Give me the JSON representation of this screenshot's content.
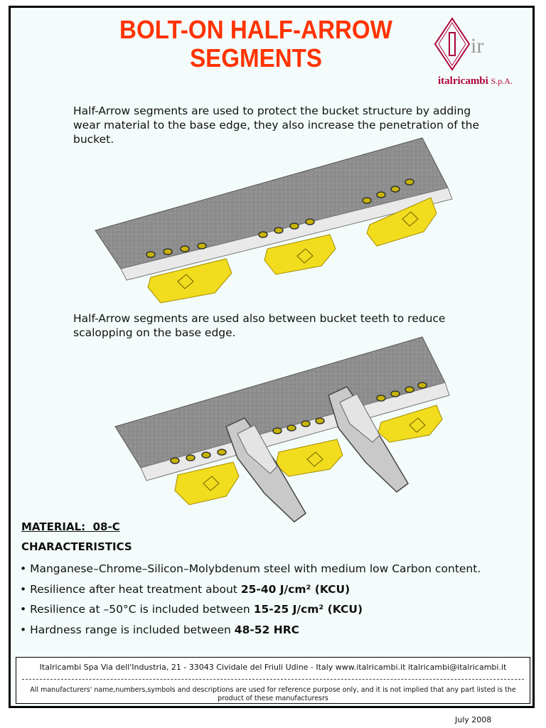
{
  "title_line1": "BOLT-ON HALF-ARROW",
  "title_line2": "SEGMENTS",
  "logo": {
    "letters": "ir",
    "brand": "italricambi",
    "suffix": "S.p.A."
  },
  "para1": "Half-Arrow segments are used to protect the bucket structure by adding wear material to the base edge, they also increase the penetration of the bucket.",
  "para2": "Half-Arrow segments are used also between bucket teeth to reduce scalopping on the base edge.",
  "material_label": "MATERIAL:",
  "material_value": "08-C",
  "characteristics_label": "CHARACTERISTICS",
  "bullets": [
    {
      "text": "• Manganese–Chrome–Silicon–Molybdenum steel with medium low Carbon content.",
      "bold": ""
    },
    {
      "text": "• Resilience after heat treatment about ",
      "bold": "25-40 J/cm² (KCU)"
    },
    {
      "text": "• Resilience at –50°C is included between ",
      "bold": "15-25 J/cm² (KCU)"
    },
    {
      "text": "• Hardness range is included between ",
      "bold": "48-52 HRC"
    }
  ],
  "footer_address": "Italricambi Spa Via dell'Industria, 21 - 33043 Cividale del Friuli Udine - Italy  www.italricambi.it  italricambi@italricambi.it",
  "footer_disclaimer": "All manufacturers' name,numbers,symbols and descriptions are used for reference purpose only, and it is not implied that any part listed is the product of these manufacturesrs",
  "date": "July 2008",
  "colors": {
    "title": "#ff3300",
    "brand": "#b0003a",
    "segment": "#f2dc1e",
    "plate": "#8f8f8f",
    "edge": "#e6e6e6"
  }
}
